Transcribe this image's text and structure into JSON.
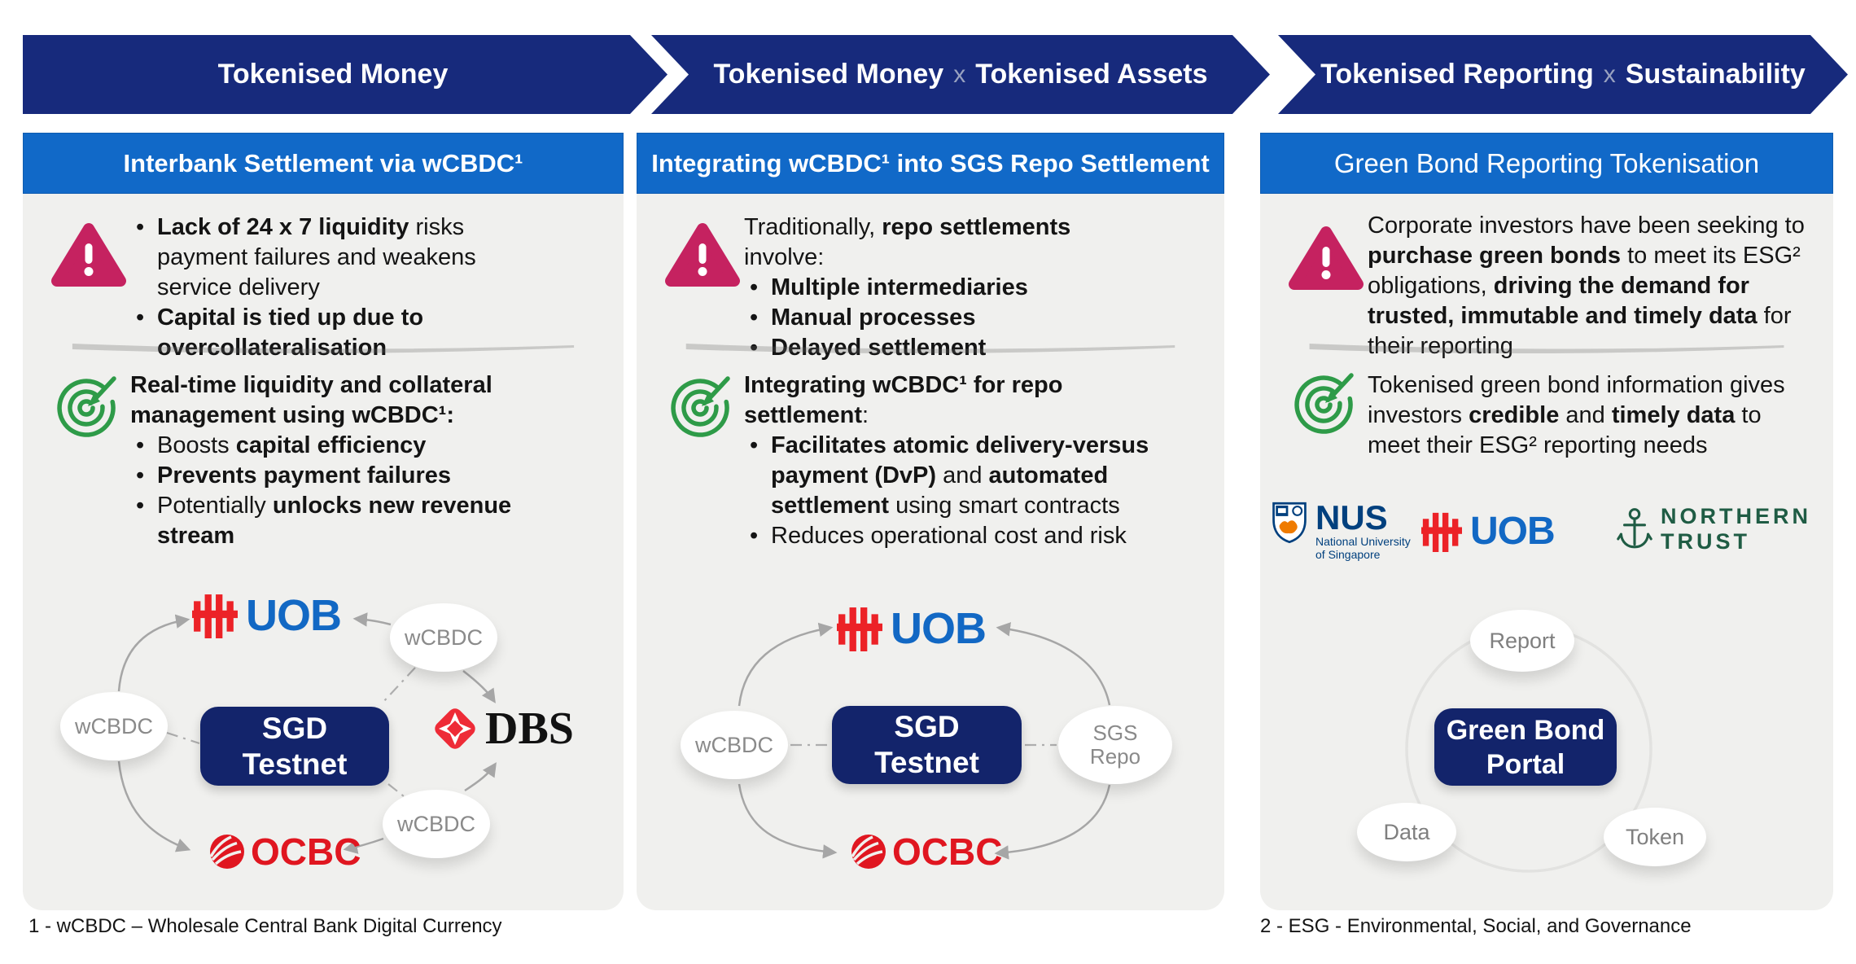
{
  "banners": {
    "b1": {
      "text": "Tokenised Money"
    },
    "b2": {
      "pre": "Tokenised Money",
      "sep": "x",
      "post": "Tokenised Assets"
    },
    "b3": {
      "pre": "Tokenised Reporting",
      "sep": "x",
      "post": "Sustainability"
    }
  },
  "c1": {
    "header": "Interbank Settlement via wCBDC¹",
    "p": {
      "b0b": "Lack of 24 x 7 liquidity",
      "b0n": " risks payment failures and weakens service delivery",
      "b1b": "Capital is tied up due to overcollateralisation"
    },
    "s": {
      "title": "Real-time liquidity and collateral management using wCBDC¹:",
      "b0n": "Boosts ",
      "b0b": "capital efficiency",
      "b1b": "Prevents payment failures",
      "b2n": "Potentially ",
      "b2b": "unlocks new revenue stream"
    },
    "d": {
      "uob": "UOB",
      "dbs": "DBS",
      "ocbc": "OCBC",
      "box1": "SGD",
      "box2": "Testnet",
      "ovalL": "wCBDC",
      "ovalTR": "wCBDC",
      "ovalBR": "wCBDC"
    }
  },
  "c2": {
    "header": "Integrating wCBDC¹ into SGS Repo Settlement",
    "p": {
      "introN1": "Traditionally, ",
      "introB": "repo settlements",
      "introN2": " involve:",
      "b0b": "Multiple intermediaries",
      "b1b": "Manual processes",
      "b2b": "Delayed settlement"
    },
    "s": {
      "titleB": "Integrating wCBDC¹ for repo settlement",
      "titleN": ":",
      "b0b1": "Facilitates atomic delivery-versus payment (DvP)",
      "b0n1": " and ",
      "b0b2": "automated settlement",
      "b0n2": " using smart contracts",
      "b1n": "Reduces operational cost and risk"
    },
    "d": {
      "uob": "UOB",
      "ocbc": "OCBC",
      "box1": "SGD",
      "box2": "Testnet",
      "ovalL": "wCBDC",
      "ovalR1": "SGS",
      "ovalR2": "Repo"
    }
  },
  "c3": {
    "header": "Green Bond Reporting Tokenisation",
    "p": {
      "n1": "Corporate investors have been seeking to ",
      "b1": "purchase green bonds",
      "n2": " to meet its ESG² obligations, ",
      "b2": "driving the demand for trusted, immutable and timely data",
      "n3": " for their reporting"
    },
    "s": {
      "n1": "Tokenised green bond information gives investors ",
      "b1": "credible",
      "n2": " and ",
      "b2": "timely data",
      "n3": " to meet their ESG² reporting needs"
    },
    "partners": {
      "nusName": "NUS",
      "nusSub1": "National University",
      "nusSub2": "of Singapore",
      "uob": "UOB",
      "nt1": "NORTHERN",
      "nt2": "TRUST"
    },
    "d": {
      "box1": "Green Bond",
      "box2": "Portal",
      "top": "Report",
      "left": "Data",
      "right": "Token"
    }
  },
  "footnotes": {
    "left": "1 - wCBDC – Wholesale Central Bank Digital Currency",
    "right": "2 - ESG - Environmental, Social, and Governance"
  },
  "colors": {
    "banner_navy": "#172A7C",
    "header_blue": "#1169C8",
    "panel_gray": "#F0F0EE",
    "alert_crimson": "#C52260",
    "target_green": "#2E9B48",
    "node_navy": "#13246B",
    "uob_blue": "#1268C4",
    "uob_red": "#EC2227",
    "dbs_red": "#EE2B37",
    "ocbc_red": "#E01620",
    "nus_blue": "#01407E",
    "nus_orange": "#EF7B00",
    "nt_green": "#1F5C44",
    "oval_text_gray": "#8A8A8A",
    "arrow_gray": "#A6A6A6"
  }
}
